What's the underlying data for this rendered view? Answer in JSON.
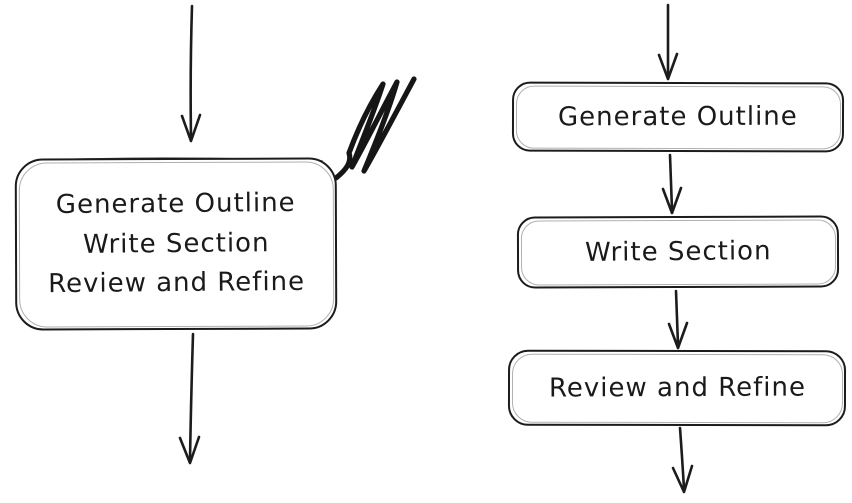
{
  "colors": {
    "ink": "#1c1c1c",
    "text": "#1a1a1a",
    "background": "#ffffff"
  },
  "left_flow": {
    "description": "single combined node (scribbled out)",
    "lines": [
      "Generate Outline",
      "Write Section",
      "Review and Refine"
    ]
  },
  "right_flow": {
    "description": "three sequential nodes",
    "boxes": [
      "Generate Outline",
      "Write Section",
      "Review and Refine"
    ]
  }
}
